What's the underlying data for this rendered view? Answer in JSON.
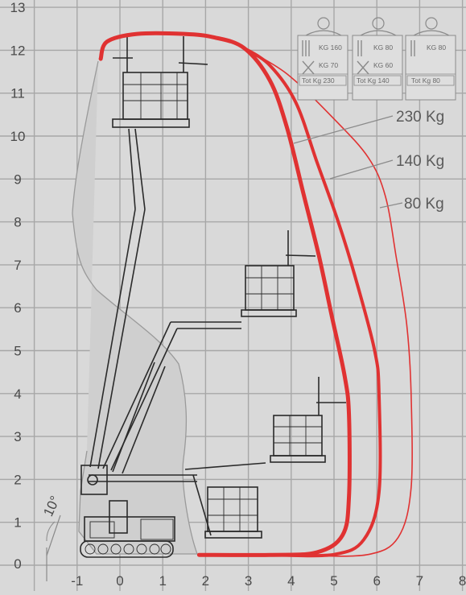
{
  "chart_data": {
    "type": "line",
    "xlim": [
      -2,
      8
    ],
    "ylim": [
      0,
      13
    ],
    "x_ticks": [
      "-1",
      "0",
      "1",
      "2",
      "3",
      "4",
      "5",
      "6",
      "7",
      "8"
    ],
    "y_ticks": [
      "0",
      "1",
      "2",
      "3",
      "4",
      "5",
      "6",
      "7",
      "8",
      "9",
      "10",
      "11",
      "12",
      "13"
    ],
    "grid": true,
    "angle_label": "10°",
    "series": [
      {
        "name": "230 Kg",
        "color": "#e03232",
        "points": [
          [
            -0.45,
            11.8
          ],
          [
            -0.3,
            12.2
          ],
          [
            0.4,
            12.38
          ],
          [
            1.5,
            12.38
          ],
          [
            2.2,
            12.3
          ],
          [
            2.9,
            12.05
          ],
          [
            3.5,
            11.3
          ],
          [
            3.9,
            10.2
          ],
          [
            4.3,
            8.6
          ],
          [
            4.65,
            7.2
          ],
          [
            4.95,
            5.8
          ],
          [
            5.25,
            4.4
          ],
          [
            5.35,
            3.5
          ],
          [
            5.35,
            1.6
          ],
          [
            5.2,
            0.7
          ],
          [
            4.6,
            0.3
          ],
          [
            3.5,
            0.24
          ],
          [
            1.85,
            0.24
          ]
        ]
      },
      {
        "name": "140 Kg",
        "color": "#e03232",
        "points": [
          [
            2.9,
            12.05
          ],
          [
            3.5,
            11.65
          ],
          [
            4.1,
            10.8
          ],
          [
            4.6,
            9.4
          ],
          [
            5.1,
            8.0
          ],
          [
            5.5,
            6.7
          ],
          [
            5.95,
            5.0
          ],
          [
            6.05,
            4.0
          ],
          [
            6.05,
            1.7
          ],
          [
            5.7,
            0.6
          ],
          [
            5.0,
            0.25
          ],
          [
            3.6,
            0.24
          ]
        ]
      },
      {
        "name": "80 Kg",
        "color": "#e03232",
        "points": [
          [
            2.9,
            12.05
          ],
          [
            3.9,
            11.45
          ],
          [
            5.0,
            10.4
          ],
          [
            5.8,
            9.5
          ],
          [
            6.2,
            8.6
          ],
          [
            6.45,
            7.2
          ],
          [
            6.7,
            5.6
          ],
          [
            6.8,
            4.0
          ],
          [
            6.8,
            1.8
          ],
          [
            6.5,
            0.65
          ],
          [
            5.8,
            0.25
          ],
          [
            4.4,
            0.22
          ]
        ]
      }
    ],
    "load_badges": [
      {
        "persons": 2,
        "rows": [
          "KG 160",
          "KG 70"
        ],
        "total": "Tot Kg 230"
      },
      {
        "persons": 1,
        "rows": [
          "KG 80",
          "KG 60"
        ],
        "total": "Tot Kg 140"
      },
      {
        "persons": 1,
        "rows": [
          "KG 80"
        ],
        "total": "Tot Kg 80"
      }
    ]
  },
  "colors": {
    "background": "#d9d9d9",
    "grid": "#a7a7a7",
    "curve": "#e03232",
    "envelope": "#c8c8c8"
  }
}
